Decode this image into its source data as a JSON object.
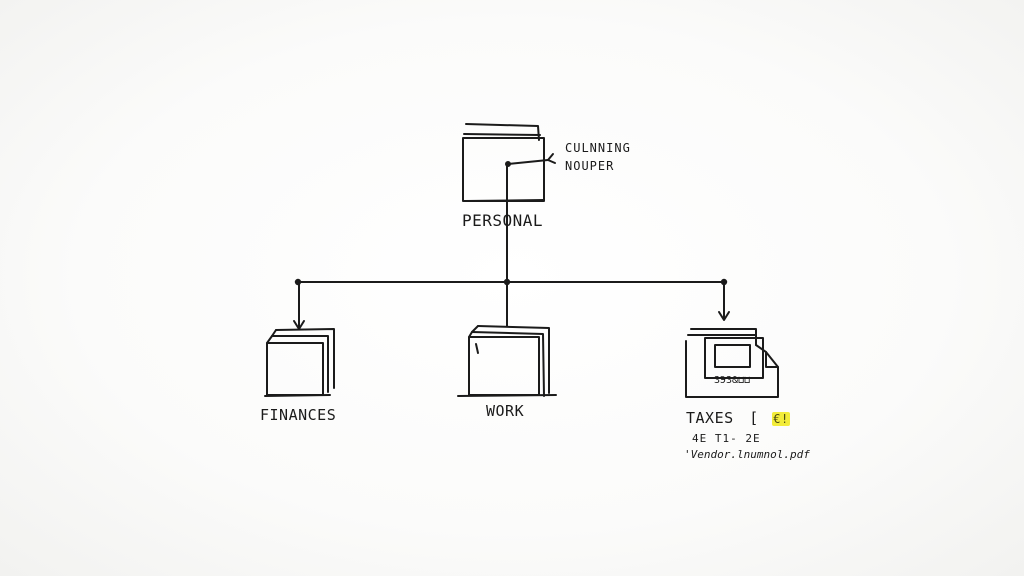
{
  "root": {
    "label": "PERSONAL",
    "annotation_line1": "CULNNING",
    "annotation_line2": "NOUPER"
  },
  "children": [
    {
      "label": "FINANCES"
    },
    {
      "label": "WORK"
    },
    {
      "label": "TAXES",
      "bracket": "[",
      "flag": "€!",
      "badge_text": "ЗЭЗ&⊔⊔",
      "detail_line1": "4E T1- 2E",
      "detail_line2": "'Vendor.lnumnol.pdf"
    }
  ],
  "colors": {
    "ink": "#1b1b1b",
    "highlight": "#f2ec3a"
  }
}
